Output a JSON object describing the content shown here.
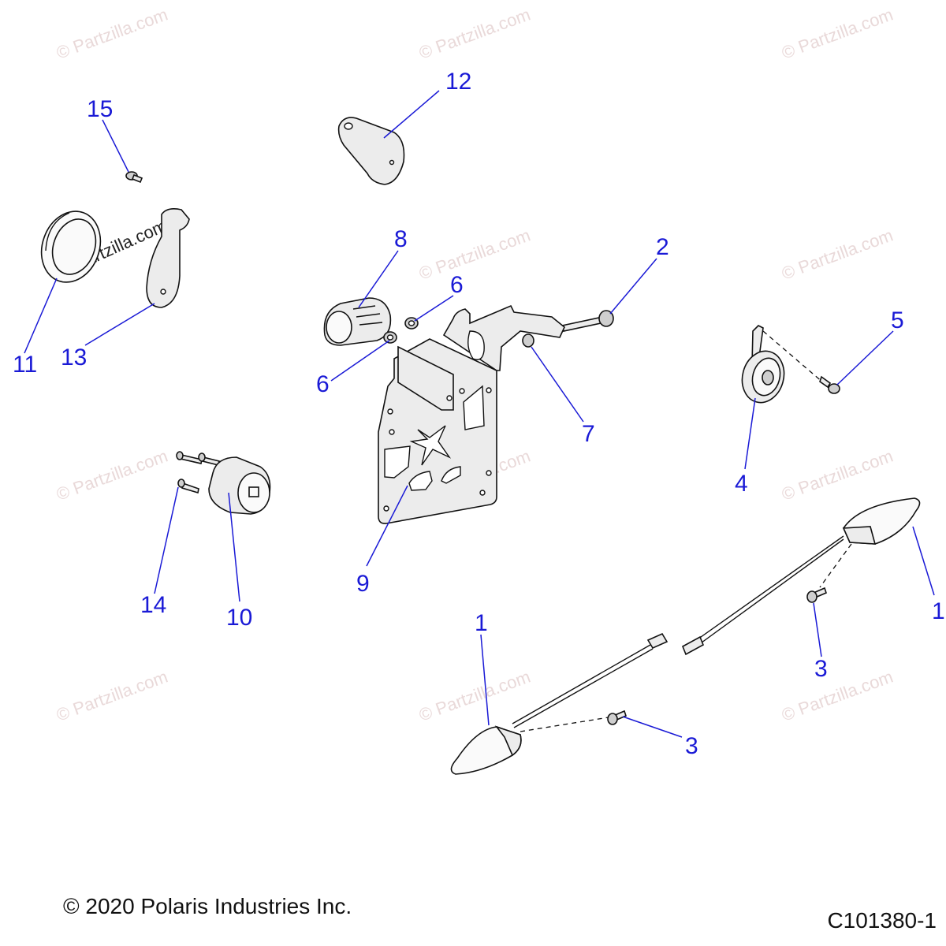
{
  "watermark": "© Partzilla.com",
  "copyright": "© 2020 Polaris Industries Inc.",
  "drawing_id": "C101380-1",
  "callouts": {
    "c1a": "1",
    "c1b": "1",
    "c2": "2",
    "c3a": "3",
    "c3b": "3",
    "c4": "4",
    "c5": "5",
    "c6a": "6",
    "c6b": "6",
    "c7": "7",
    "c8": "8",
    "c9": "9",
    "c10": "10",
    "c11": "11",
    "c12": "12",
    "c13": "13",
    "c14": "14",
    "c15": "15"
  },
  "colors": {
    "callout": "#1a1ad6",
    "linework": "#111111",
    "watermark": "#e9d9d9"
  }
}
